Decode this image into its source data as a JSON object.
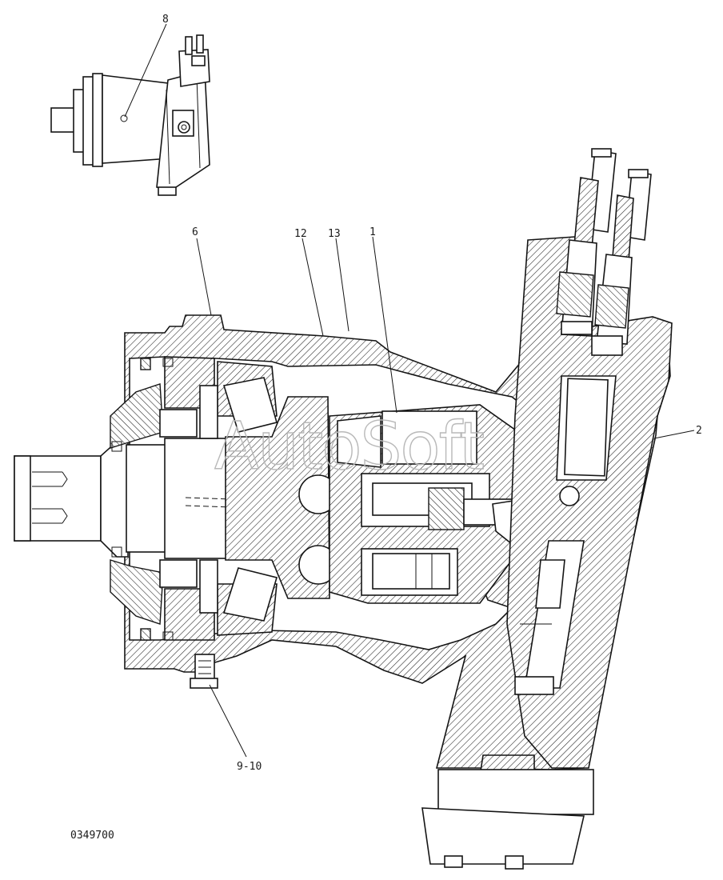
{
  "document_number": "0349700",
  "watermark": "AutoSoft",
  "callouts": [
    {
      "id": "c1",
      "label": "1"
    },
    {
      "id": "c2",
      "label": "2"
    },
    {
      "id": "c6",
      "label": "6"
    },
    {
      "id": "c8",
      "label": "8"
    },
    {
      "id": "c910",
      "label": "9-10"
    },
    {
      "id": "c12",
      "label": "12"
    },
    {
      "id": "c13",
      "label": "13"
    }
  ]
}
